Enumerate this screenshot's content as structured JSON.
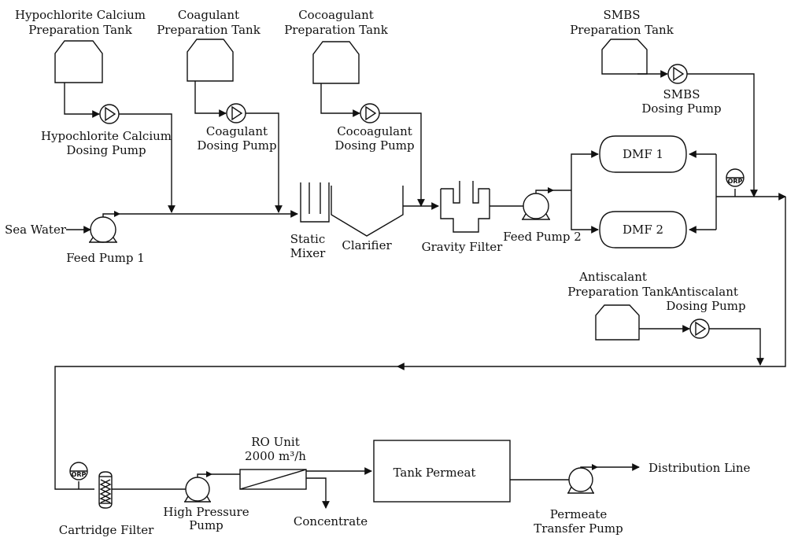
{
  "labels": {
    "hypo_tank_1": "Hypochlorite Calcium",
    "hypo_tank_2": "Preparation Tank",
    "hypo_pump_1": "Hypochlorite Calcium",
    "hypo_pump_2": "Dosing Pump",
    "coag_tank_1": "Coagulant",
    "coag_tank_2": "Preparation Tank",
    "coag_pump_1": "Coagulant",
    "coag_pump_2": "Dosing Pump",
    "cocoag_tank_1": "Cocoagulant",
    "cocoag_tank_2": "Preparation Tank",
    "cocoag_pump_1": "Cocoagulant",
    "cocoag_pump_2": "Dosing Pump",
    "smbs_tank_1": "SMBS",
    "smbs_tank_2": "Preparation Tank",
    "smbs_pump_1": "SMBS",
    "smbs_pump_2": "Dosing Pump",
    "sea_water": "Sea Water",
    "feed_pump_1": "Feed Pump 1",
    "static_mixer_1": "Static",
    "static_mixer_2": "Mixer",
    "clarifier": "Clarifier",
    "gravity_filter": "Gravity Filter",
    "feed_pump_2": "Feed Pump 2",
    "dmf_1": "DMF 1",
    "dmf_2": "DMF 2",
    "orp": "ORP",
    "anti_tank_1": "Antiscalant",
    "anti_tank_2": "Preparation Tank",
    "anti_pump_1": "Antiscalant",
    "anti_pump_2": "Dosing Pump",
    "cartridge_filter": "Cartridge Filter",
    "hp_pump_1": "High Pressure",
    "hp_pump_2": "Pump",
    "ro_unit_1": "RO Unit",
    "ro_unit_2": "2000 m³/h",
    "concentrate": "Concentrate",
    "tank_permeat": "Tank Permeat",
    "permeate_pump_1": "Permeate",
    "permeate_pump_2": "Transfer Pump",
    "distribution_line": "Distribution Line"
  }
}
